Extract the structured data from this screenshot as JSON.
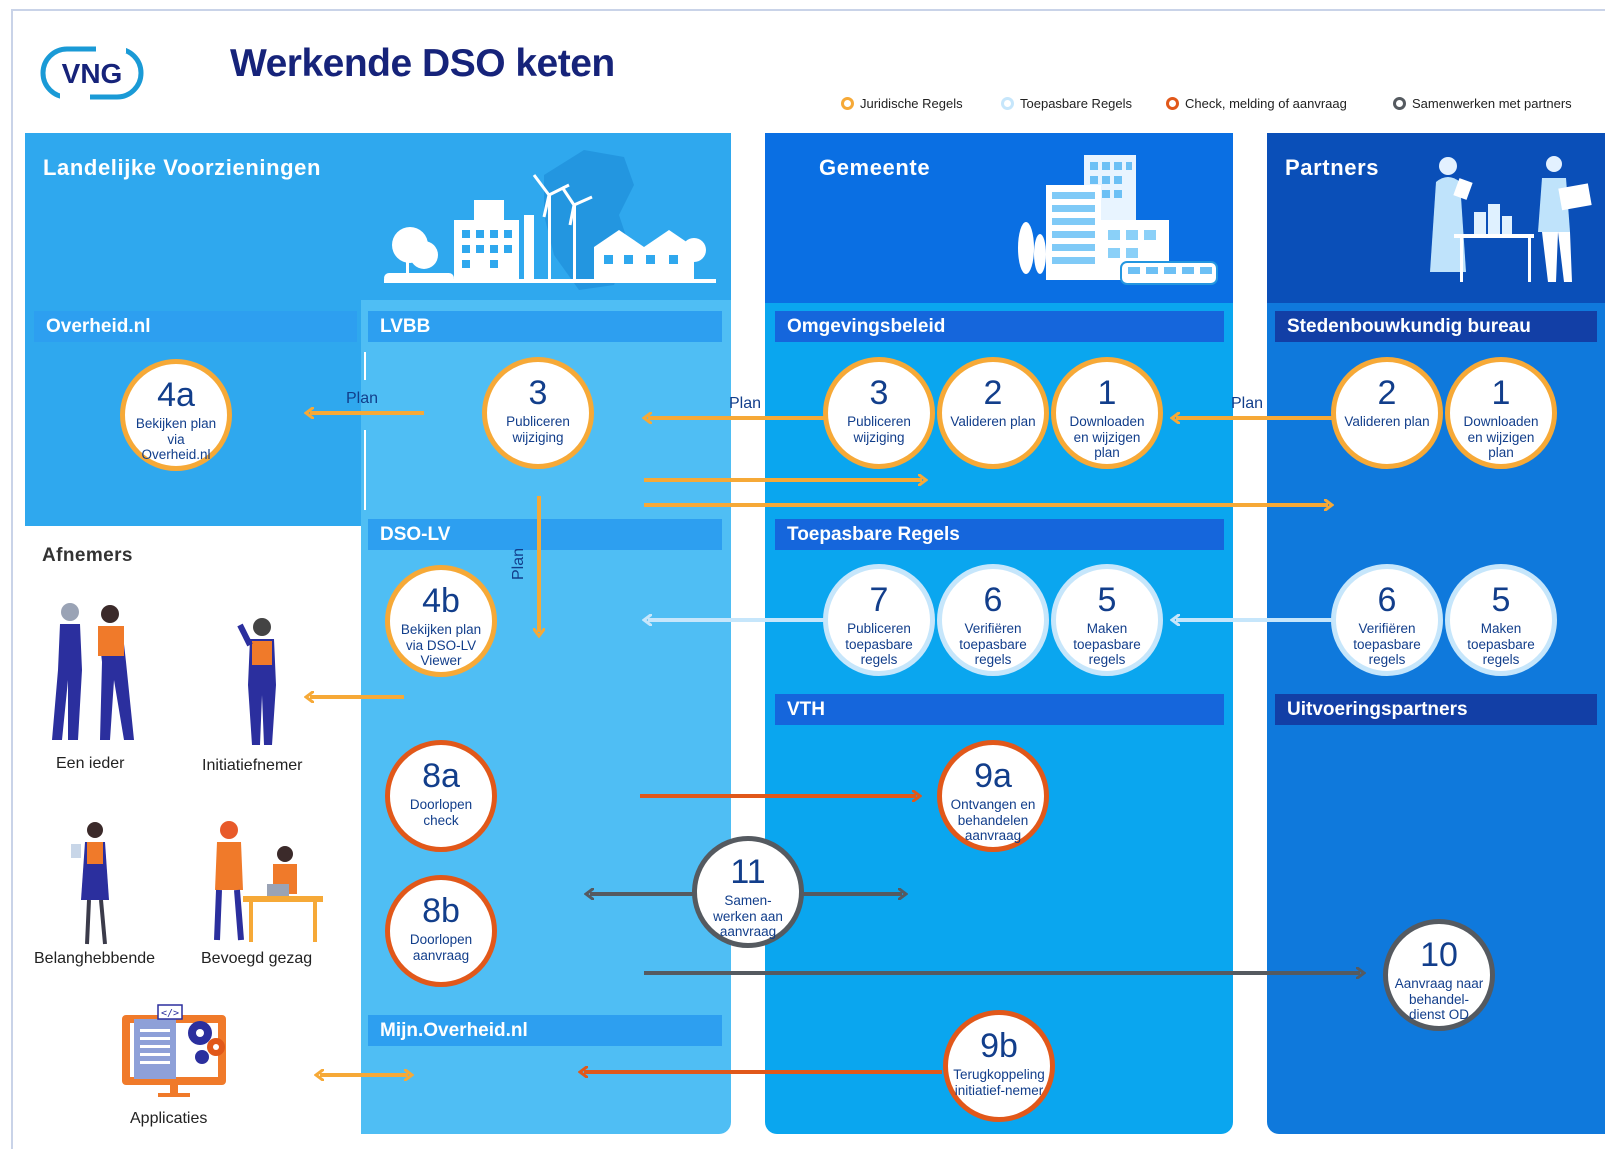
{
  "header": {
    "logo_text": "VNG",
    "title": "Werkende DSO keten"
  },
  "legend": {
    "items": [
      {
        "label": "Juridische Regels",
        "color": "#f6a937"
      },
      {
        "label": "Toepasbare Regels",
        "color": "#c6e6fb"
      },
      {
        "label": "Check, melding of aanvraag",
        "color": "#e1581a"
      },
      {
        "label": "Samenwerken met partners",
        "color": "#555a60"
      }
    ]
  },
  "colors": {
    "landelijk": "#2fa8ee",
    "lv_lower": "#4fbef4",
    "gemeente_top": "#0a6fe3",
    "gemeente_body": "#0aa6ef",
    "partners_top": "#0a4fb8",
    "partners_body": "#0f79dc",
    "juridisch": "#f6a937",
    "toepasbaar": "#c6e6fb",
    "check": "#e1581a",
    "samenwerken": "#555a60"
  },
  "panels": {
    "landelijk": "Landelijke Voorzieningen",
    "gemeente": "Gemeente",
    "partners": "Partners",
    "afnemers": "Afnemers"
  },
  "sections": {
    "overheid": "Overheid.nl",
    "lvbb": "LVBB",
    "dsolv": "DSO-LV",
    "mijnoverheid": "Mijn.Overheid.nl",
    "omgevingsbeleid": "Omgevingsbeleid",
    "toepasbare": "Toepasbare Regels",
    "vth": "VTH",
    "stedenbouw": "Stedenbouwkundig bureau",
    "uitvoering": "Uitvoeringspartners"
  },
  "steps": {
    "s4a": {
      "num": "4a",
      "text": "Bekijken plan via Overheid.nl"
    },
    "s3lv": {
      "num": "3",
      "text": "Publiceren wijziging"
    },
    "s3g": {
      "num": "3",
      "text": "Publiceren wijziging"
    },
    "s2g": {
      "num": "2",
      "text": "Valideren plan"
    },
    "s1g": {
      "num": "1",
      "text": "Downloaden en wijzigen plan"
    },
    "s2p": {
      "num": "2",
      "text": "Valideren plan"
    },
    "s1p": {
      "num": "1",
      "text": "Downloaden en wijzigen plan"
    },
    "s4b": {
      "num": "4b",
      "text": "Bekijken plan via DSO-LV Viewer"
    },
    "s7": {
      "num": "7",
      "text": "Publiceren toepasbare regels"
    },
    "s6g": {
      "num": "6",
      "text": "Verifiëren toepasbare regels"
    },
    "s5g": {
      "num": "5",
      "text": "Maken toepasbare regels"
    },
    "s6p": {
      "num": "6",
      "text": "Verifiëren toepasbare regels"
    },
    "s5p": {
      "num": "5",
      "text": "Maken toepasbare regels"
    },
    "s8a": {
      "num": "8a",
      "text": "Doorlopen check"
    },
    "s9a": {
      "num": "9a",
      "text": "Ontvangen en behandelen aanvraag"
    },
    "s11": {
      "num": "11",
      "text": "Samen-werken aan aanvraag"
    },
    "s8b": {
      "num": "8b",
      "text": "Doorlopen aanvraag"
    },
    "s10": {
      "num": "10",
      "text": "Aanvraag naar behandel-dienst OD"
    },
    "s9b": {
      "num": "9b",
      "text": "Terugkoppeling initiatief-nemer"
    }
  },
  "plan_label": "Plan",
  "afnemers": {
    "een_ieder": "Een ieder",
    "initiatiefnemer": "Initiatiefnemer",
    "belanghebbende": "Belanghebbende",
    "bevoegd_gezag": "Bevoegd gezag",
    "applicaties": "Applicaties"
  }
}
